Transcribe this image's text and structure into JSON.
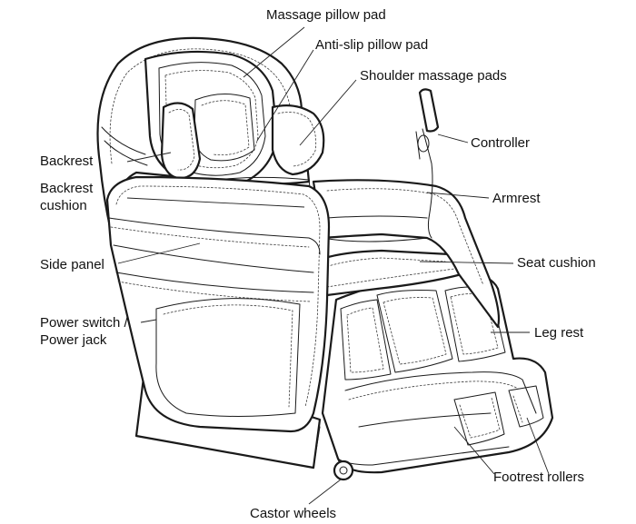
{
  "diagram": {
    "labels": {
      "massage_pillow_pad": "Massage pillow pad",
      "anti_slip_pillow_pad": "Anti-slip pillow pad",
      "shoulder_massage_pads": "Shoulder massage pads",
      "controller": "Controller",
      "backrest": "Backrest",
      "backrest_cushion_line1": "Backrest",
      "backrest_cushion_line2": "cushion",
      "armrest": "Armrest",
      "side_panel": "Side panel",
      "seat_cushion": "Seat cushion",
      "power_switch_line1": "Power switch /",
      "power_switch_line2": "Power jack",
      "leg_rest": "Leg rest",
      "footrest_rollers": "Footrest  rollers",
      "castor_wheels": "Castor wheels"
    }
  }
}
